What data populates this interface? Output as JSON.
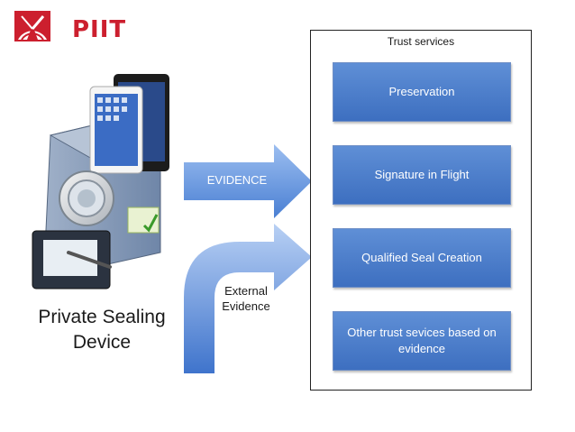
{
  "logo": {
    "text": "PIIT",
    "color": "#cc1f2e"
  },
  "device": {
    "label": "Private Sealing Device",
    "icon": "sealing-device-icon"
  },
  "arrows": {
    "evidence_label": "EVIDENCE",
    "external_label_line1": "External",
    "external_label_line2": "Evidence",
    "color": "#4a7fd3"
  },
  "trust_services": {
    "title": "Trust services",
    "items": [
      {
        "label": "Preservation"
      },
      {
        "label": "Signature in Flight"
      },
      {
        "label": "Qualified Seal Creation"
      },
      {
        "label": "Other trust sevices based on evidence"
      }
    ]
  }
}
